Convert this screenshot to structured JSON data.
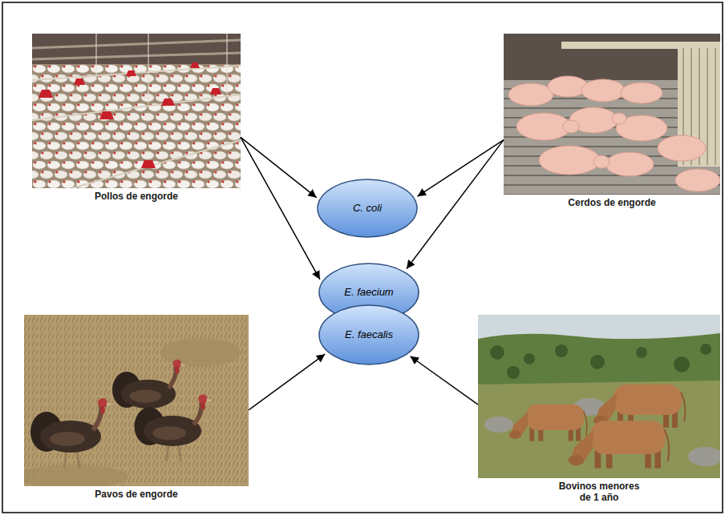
{
  "diagram": {
    "nodes": [
      {
        "text": [
          "Pollos de engorde"
        ]
      },
      {
        "text": [
          "Cerdos de engorde"
        ]
      },
      {
        "text": [
          "C. coli"
        ]
      },
      {
        "text": [
          "E. faecium"
        ]
      },
      {
        "text": [
          "E. faecalis"
        ]
      },
      {
        "text": [
          "Pavos de engorde"
        ]
      },
      {
        "text": [
          "Bovinos menores de 1 año"
        ]
      }
    ],
    "edges": [
      {
        "from": 0,
        "to": 2,
        "arrow": "to"
      },
      {
        "from": 0,
        "to": 3,
        "arrow": "to"
      },
      {
        "from": 1,
        "to": 2,
        "arrow": "to"
      },
      {
        "from": 1,
        "to": 3,
        "arrow": "to"
      },
      {
        "from": 5,
        "to": 4,
        "arrow": "to"
      },
      {
        "from": 6,
        "to": 4,
        "arrow": "to"
      }
    ]
  }
}
